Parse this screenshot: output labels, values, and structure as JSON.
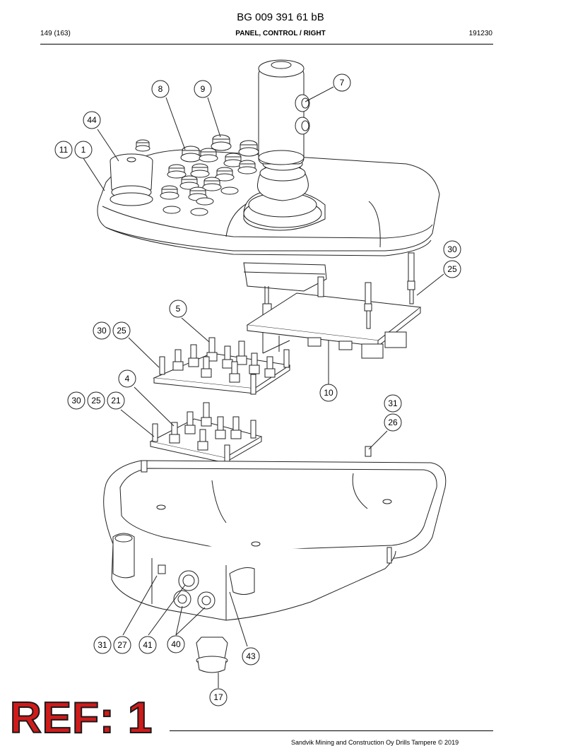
{
  "header": {
    "doc_number": "BG 009 391 61 bB",
    "page": "149 (163)",
    "title": "PANEL, CONTROL / RIGHT",
    "date_code": "191230"
  },
  "callouts": [
    "7",
    "8",
    "9",
    "44",
    "11",
    "1",
    "30",
    "25",
    "5",
    "30",
    "25",
    "10",
    "4",
    "30",
    "25",
    "21",
    "31",
    "26",
    "31",
    "27",
    "41",
    "40",
    "43",
    "17"
  ],
  "ref_stamp": "REF: 1",
  "footer": "Sandvik Mining and Construction Oy Drills Tampere © 2019"
}
